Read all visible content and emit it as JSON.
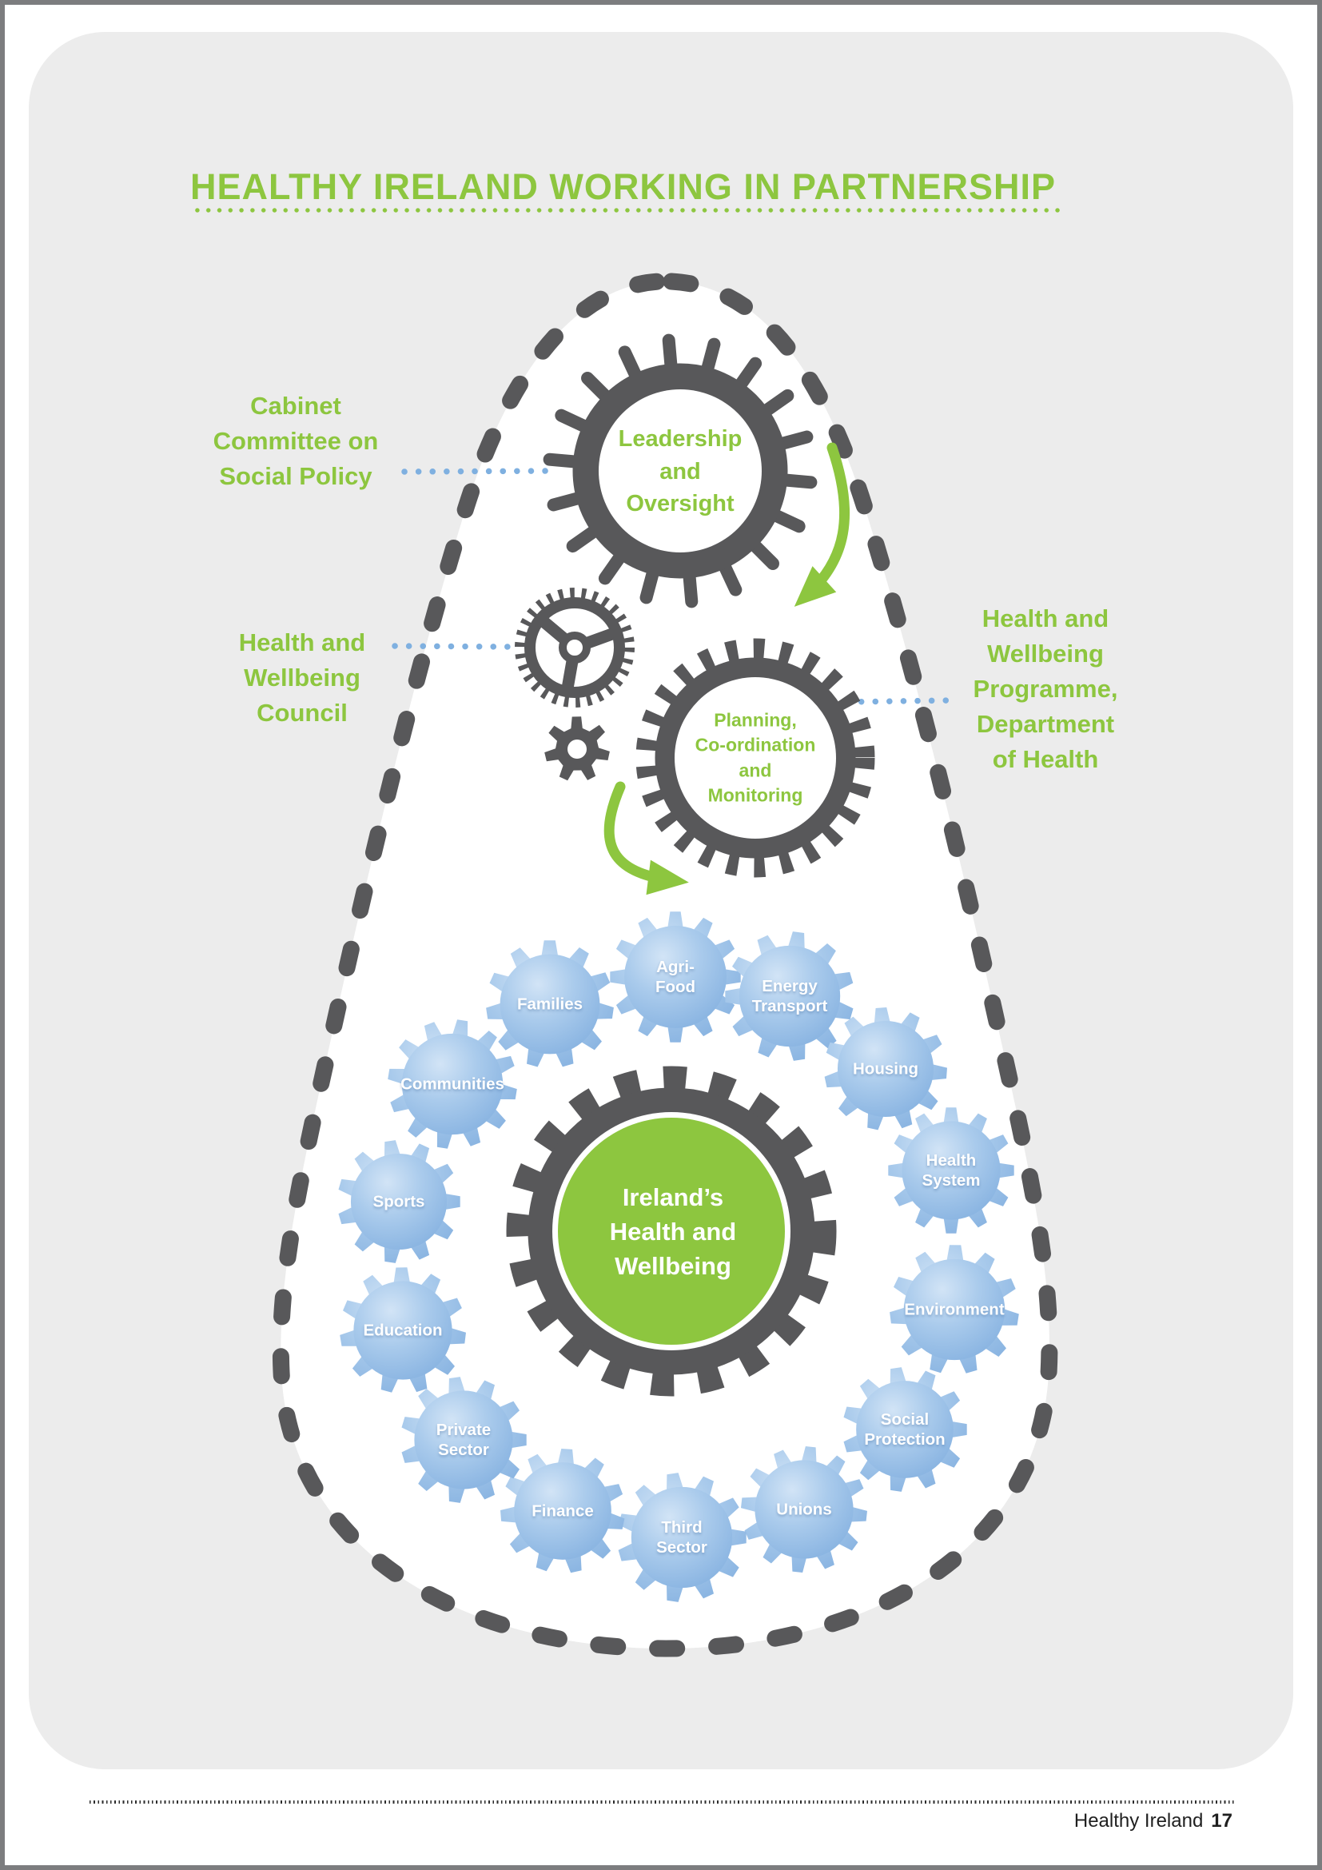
{
  "title": "HEALTHY IRELAND WORKING IN PARTNERSHIP",
  "labels": {
    "cabinet": "Cabinet\nCommittee on\nSocial Policy",
    "council": "Health and\nWellbeing\nCouncil",
    "programme": "Health and\nWellbeing\nProgramme,\nDepartment\nof Health"
  },
  "gears": {
    "leadership": "Leadership\nand\nOversight",
    "planning": "Planning,\nCo-ordination\nand\nMonitoring",
    "center": "Ireland’s\nHealth and\nWellbeing"
  },
  "sectors": [
    {
      "label": "Families"
    },
    {
      "label": "Agri-\nFood"
    },
    {
      "label": "Energy\nTransport"
    },
    {
      "label": "Housing"
    },
    {
      "label": "Health\nSystem"
    },
    {
      "label": "Environment"
    },
    {
      "label": "Social\nProtection"
    },
    {
      "label": "Unions"
    },
    {
      "label": "Third\nSector"
    },
    {
      "label": "Finance"
    },
    {
      "label": "Private\nSector"
    },
    {
      "label": "Education"
    },
    {
      "label": "Sports"
    },
    {
      "label": "Communities"
    }
  ],
  "footer": {
    "brand": "Healthy Ireland",
    "page": "17"
  },
  "colors": {
    "accent_green": "#8dc63f",
    "gear_dark": "#58585a",
    "connector_blue": "#7fb0e0",
    "sector_blue": "#a9cbec",
    "card_bg": "#ececec"
  }
}
